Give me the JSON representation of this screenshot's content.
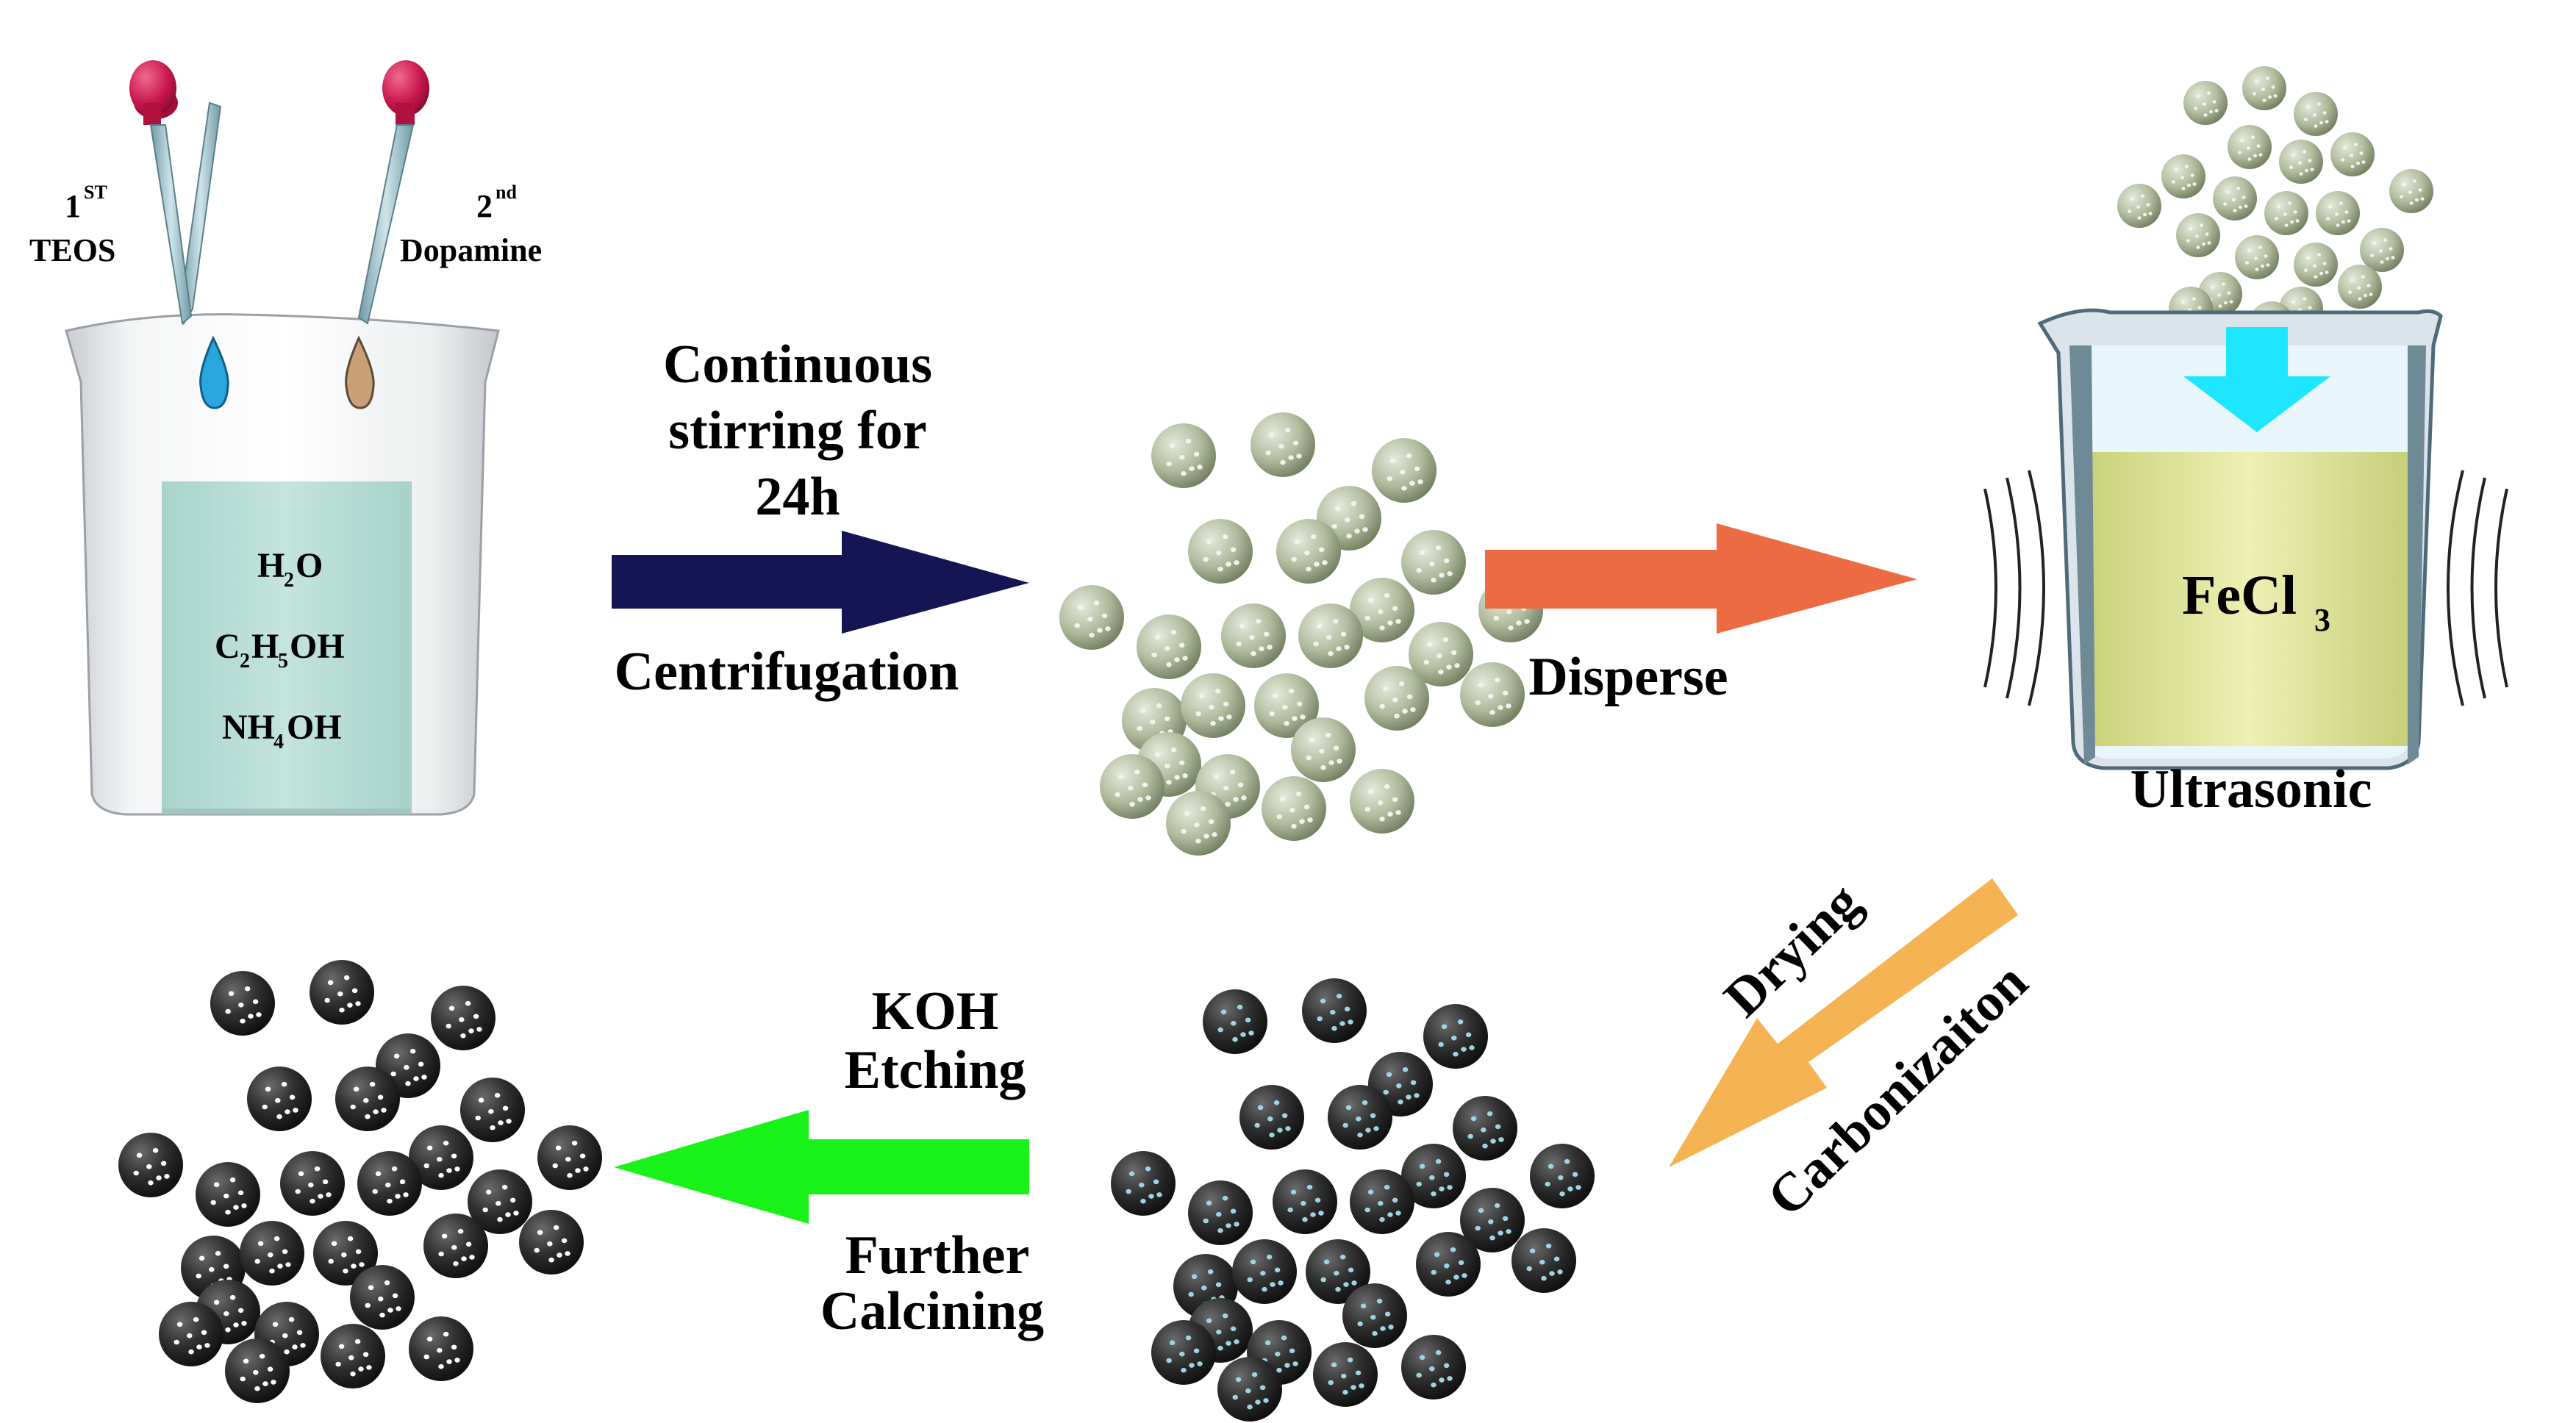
{
  "step1": {
    "dropper_left": {
      "ordinal": "1",
      "ordinal_sup": "ST",
      "reagent": "TEOS"
    },
    "dropper_right": {
      "ordinal": "2",
      "ordinal_sup": "nd",
      "reagent": "Dopamine"
    },
    "solution": {
      "h2o": {
        "a": "H",
        "sub": "2",
        "b": "O"
      },
      "ethanol": {
        "a": "C",
        "sub1": "2",
        "b": "H",
        "sub2": "5",
        "c": "OH"
      },
      "ammonia": {
        "a": "NH",
        "sub": "4",
        "b": "OH"
      }
    },
    "drop_colors": {
      "teos": "#29a7dc",
      "dopamine": "#c9a077"
    }
  },
  "arrow1": {
    "line1": "Continuous",
    "line2": "stirring for",
    "line3": "24h",
    "below": "Centrifugation",
    "color": "#141552"
  },
  "arrow2": {
    "label": "Disperse",
    "color": "#ec6b42"
  },
  "step3": {
    "beaker_label_a": "FeCl",
    "beaker_label_sub": "3",
    "caption": "Ultrasonic",
    "inflow_arrow_color": "#1ee6ff",
    "liquid_color": "#dfe3a0"
  },
  "arrow3": {
    "label_top": "Drying",
    "label_bottom": "Carbonizaiton",
    "color": "#f6b353"
  },
  "arrow4": {
    "line1": "KOH",
    "line2": "Etching",
    "below1": "Further",
    "below2": "Calcining",
    "color": "#18f218"
  },
  "colors": {
    "silica_sphere": "#b4bfa2",
    "carbon_sphere": "#2e2e2e",
    "carbon_pore": "#9fd3e6",
    "final_pore": "#ffffff",
    "dropper_bulb": "#c8164e"
  }
}
